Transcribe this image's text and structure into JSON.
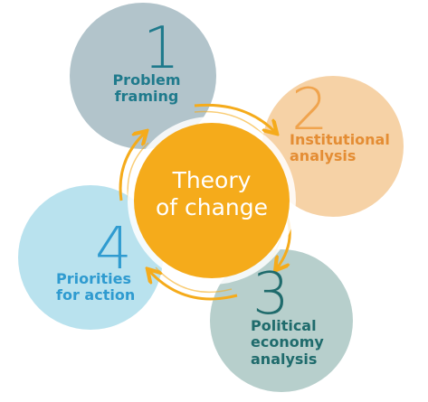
{
  "diagram": {
    "center": {
      "line1": "Theory",
      "line2": "of change",
      "color": "#f5ab1b"
    },
    "steps": [
      {
        "number": "1",
        "label_line1": "Problem",
        "label_line2": "framing",
        "bubble_color": "#b2c4cb",
        "text_color": "#1f7a8c"
      },
      {
        "number": "2",
        "label_line1": "Institutional",
        "label_line2": "analysis",
        "bubble_color": "#f6d2a6",
        "text_color": "#e48d34"
      },
      {
        "number": "3",
        "label_line1": "Political",
        "label_line2": "economy",
        "label_line3": "analysis",
        "bubble_color": "#b7cfcc",
        "text_color": "#1f6b6c"
      },
      {
        "number": "4",
        "label_line1": "Priorities",
        "label_line2": "for action",
        "bubble_color": "#b9e2ee",
        "text_color": "#2f9bd0"
      }
    ],
    "arrow_color": "#f5ab1b"
  }
}
